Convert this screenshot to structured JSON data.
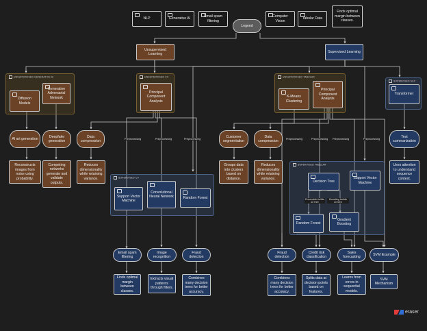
{
  "legend": {
    "title": "Legend",
    "items": [
      "NLP",
      "Generative AI",
      "Email spam filtering",
      "Computer Vision",
      "Tabular Data",
      "Finds optimal margin between classes."
    ]
  },
  "groups": {
    "unsup_genai": "UNSUPERVISED GENERATIVE AI",
    "unsup_cv": "UNSUPERVISED CV",
    "unsup_tabular": "UNSUPERVISED TABULAR",
    "sup_nlp": "SUPERVISED NLP",
    "sup_cv": "SUPERVISED CV",
    "sup_tabular": "SUPERVISED TABULAR"
  },
  "nodes": {
    "unsupervised": "Unsupervised Learning",
    "supervised": "Supervised Learning",
    "diffusion": "Diffusion Models",
    "gan": "Generative Adversarial Network",
    "pca_cv": "Principal Component Analysis",
    "kmeans": "K-Means Clustering",
    "pca_tab": "Principal Component Analysis",
    "transformer": "Transformer",
    "ai_art": "AI art generation",
    "deepfake": "Deepfake generation",
    "data_comp_cv": "Data compression",
    "customer_seg": "Customer segmentation",
    "data_comp_tab": "Data compression",
    "text_sum": "Text summarization",
    "desc_diffusion": "Reconstructs images from noise using probability.",
    "desc_gan": "Competing networks generate and validate outputs.",
    "desc_comp_cv": "Reduces dimensionality while retaining variance.",
    "desc_seg": "Groups data into clusters based on distance.",
    "desc_comp_tab": "Reduces dimensionality while retaining variance.",
    "desc_transformer": "Uses attention to understand sequence context.",
    "svm_cv": "Support Vector Machine",
    "cnn": "Convolutional Neural Network",
    "rf_cv": "Random Forest",
    "decision_tree": "Decision Tree",
    "svm_tab": "Support Vector Machine",
    "rf_tab": "Random Forest",
    "gb": "Gradient Boosting",
    "email_spam": "Email spam filtering",
    "image_recog": "Image recognition",
    "fraud_cv": "Fraud detection",
    "fraud_tab": "Fraud detection",
    "credit_risk": "Credit risk classification",
    "sales": "Sales forecasting",
    "svm_example": "SVM Example",
    "desc_email": "Finds optimal margin between classes.",
    "desc_image": "Extracts visual patterns through filters.",
    "desc_fraud_cv": "Combines many decision trees for better accuracy.",
    "desc_fraud_tab": "Combines many decision trees for better accuracy.",
    "desc_credit": "Splits data at decision points based on features.",
    "desc_sales": "Learns from errors in sequential models.",
    "desc_svm": "SVM Mechanism"
  },
  "edge_labels": {
    "preprocessing": "Preprocessing",
    "ensemble": "Ensemble builds on tree",
    "boosting": "Boosting builds on tree"
  },
  "logo": {
    "text": "eraser"
  },
  "colors": {
    "background": "#1e1e1e",
    "unsupervised": "#6b4226",
    "supervised": "#233a63",
    "legend_pill": "#5c5c5c"
  }
}
